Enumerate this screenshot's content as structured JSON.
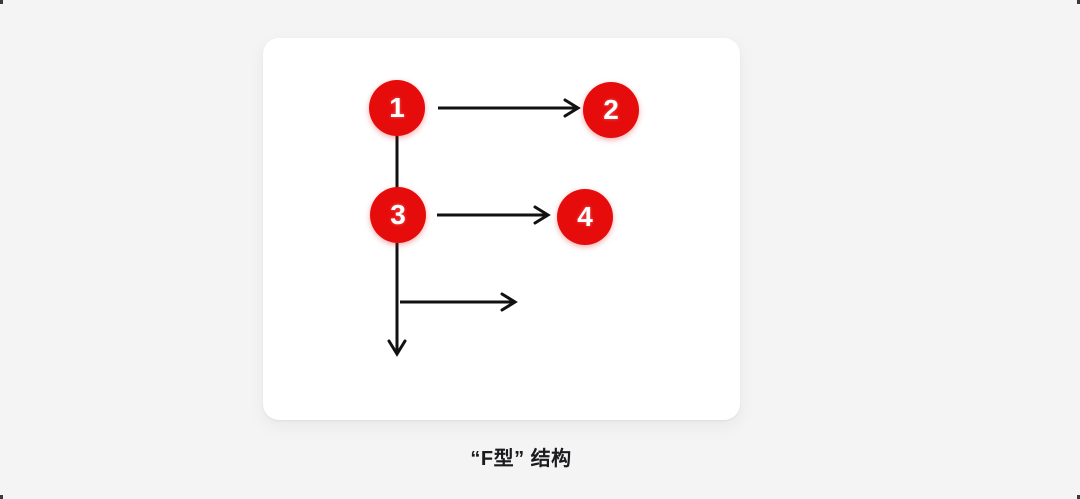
{
  "page": {
    "background_color": "#f4f4f5"
  },
  "diagram": {
    "caption": "“F型” 结构",
    "node_color": "#e60c0c",
    "arrow_color": "#111111",
    "nodes": [
      {
        "label": "1"
      },
      {
        "label": "2"
      },
      {
        "label": "3"
      },
      {
        "label": "4"
      }
    ]
  }
}
